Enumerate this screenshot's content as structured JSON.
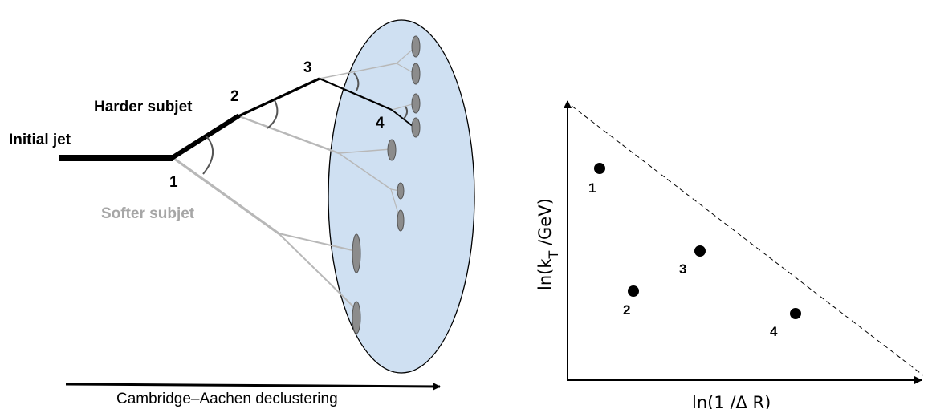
{
  "left_diagram": {
    "initial_jet_label": "Initial jet",
    "harder_subjet_label": "Harder subjet",
    "softer_subjet_label": "Softer subjet",
    "node_labels": [
      "1",
      "2",
      "3",
      "4"
    ],
    "arrow_label": "Cambridge–Aachen declustering",
    "colors": {
      "hard_branch": "#000000",
      "soft_branch": "#b8b8b8",
      "softer_label": "#a6a6a6",
      "ellipse_fill": "#cfe0f2",
      "particle_fill": "#8c8c8c"
    }
  },
  "right_plot": {
    "ylabel_main": "ln(k",
    "ylabel_sub": "T",
    "ylabel_tail": " /GeV)",
    "xlabel": "ln(1 /Δ R)",
    "points": [
      {
        "label": "1"
      },
      {
        "label": "2"
      },
      {
        "label": "3"
      },
      {
        "label": "4"
      }
    ]
  }
}
